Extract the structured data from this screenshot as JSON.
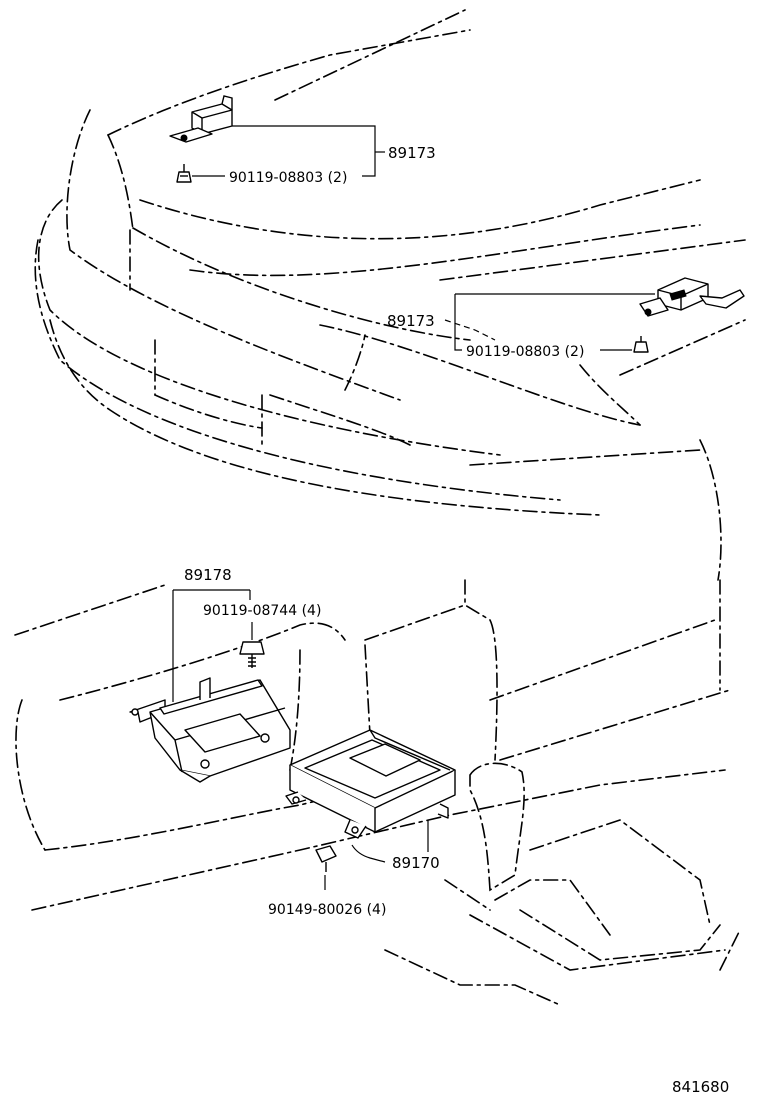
{
  "callouts": {
    "top_left_part": "89173",
    "top_left_bolt": "90119-08803 (2)",
    "right_part": "89173",
    "right_bolt": "90119-08803 (2)",
    "bracket_part": "89178",
    "bracket_bolt": "90119-08744 (4)",
    "ecu_part": "89170",
    "ecu_screw": "90149-80026 (4)"
  },
  "figure_number": "841680"
}
